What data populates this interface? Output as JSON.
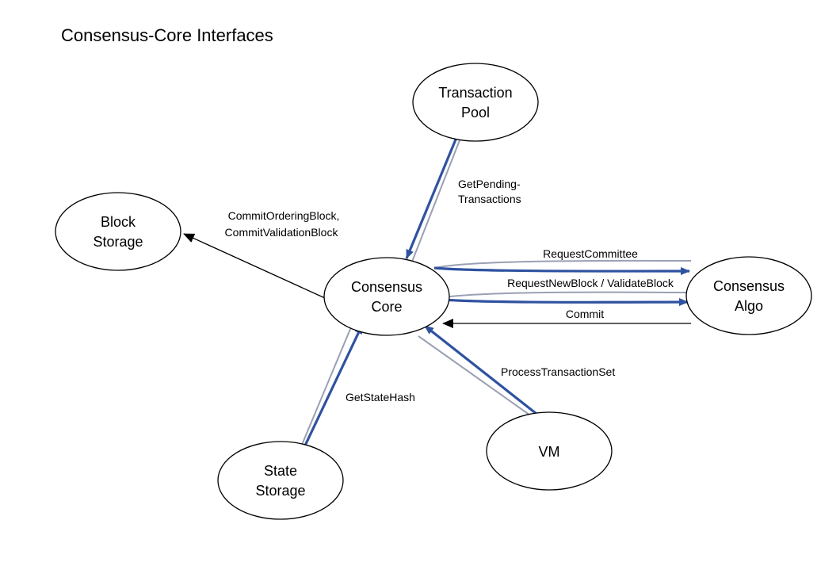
{
  "title": "Consensus-Core Interfaces",
  "colors": {
    "stroke": "#000000",
    "flow": "#2f52a0",
    "flow_shadow": "#9aa0b4",
    "background": "#ffffff"
  },
  "nodes": {
    "transaction_pool": {
      "line1": "Transaction",
      "line2": "Pool"
    },
    "block_storage": {
      "line1": "Block",
      "line2": "Storage"
    },
    "consensus_core": {
      "line1": "Consensus",
      "line2": "Core"
    },
    "consensus_algo": {
      "line1": "Consensus",
      "line2": "Algo"
    },
    "state_storage": {
      "line1": "State",
      "line2": "Storage"
    },
    "vm": {
      "line1": "VM"
    }
  },
  "edges": {
    "get_pending": {
      "line1": "GetPending-",
      "line2": "Transactions"
    },
    "commit_blocks": {
      "line1": "CommitOrderingBlock,",
      "line2": "CommitValidationBlock"
    },
    "request_committee": {
      "label": "RequestCommittee"
    },
    "request_new_block": {
      "label": "RequestNewBlock / ValidateBlock"
    },
    "commit": {
      "label": "Commit"
    },
    "process_tx_set": {
      "label": "ProcessTransactionSet"
    },
    "get_state_hash": {
      "label": "GetStateHash"
    }
  }
}
